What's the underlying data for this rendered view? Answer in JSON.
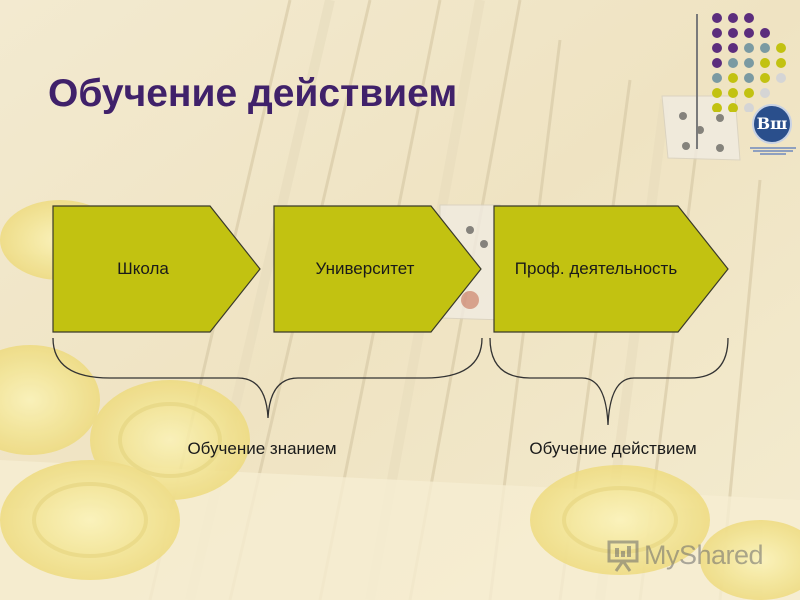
{
  "slide": {
    "title": "Обучение действием",
    "title_color": "#40216a",
    "accent_color": "#c2c211",
    "background_color": "#f6efcf"
  },
  "steps": [
    {
      "label": "Школа"
    },
    {
      "label": "Университет"
    },
    {
      "label": "Проф. деятельность"
    }
  ],
  "braces": [
    {
      "label": "Обучение знанием"
    },
    {
      "label": "Обучение действием"
    }
  ],
  "logo": {
    "name": "hse-logo",
    "mark": "Вш"
  },
  "watermark": {
    "text": "MyShared",
    "icon": "presentation-board-icon"
  }
}
